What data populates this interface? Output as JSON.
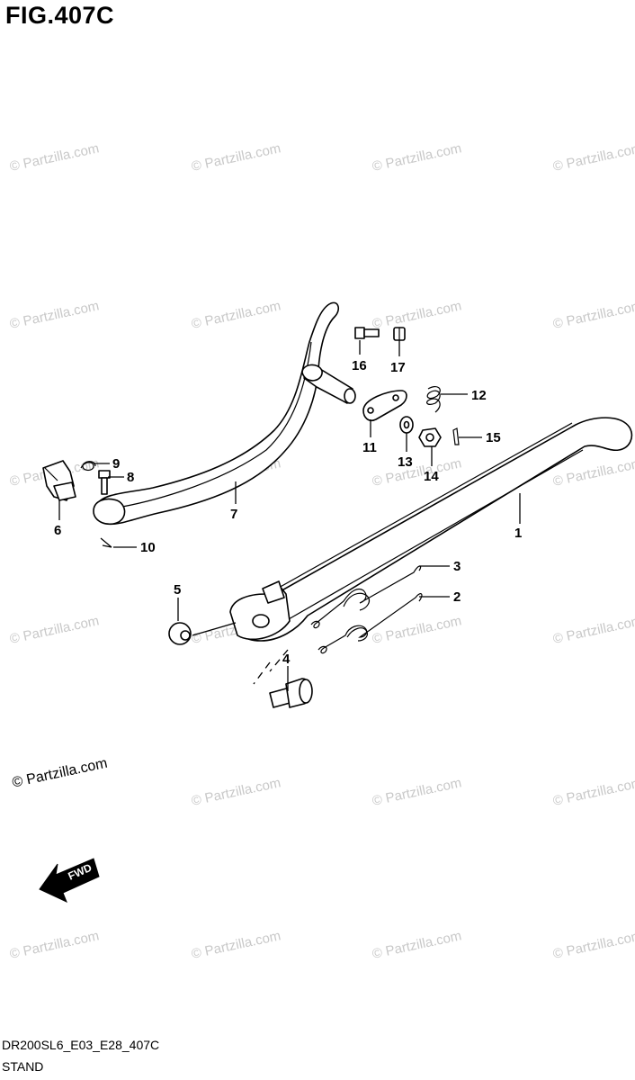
{
  "title": "FIG.407C",
  "watermark": "© Partzilla.com",
  "fwd_label": "FWD",
  "footer": {
    "code": "DR200SL6_E03_E28_407C",
    "name": "STAND"
  },
  "callouts": [
    "1",
    "2",
    "3",
    "4",
    "5",
    "6",
    "7",
    "8",
    "9",
    "10",
    "11",
    "12",
    "13",
    "14",
    "15",
    "16",
    "17"
  ]
}
